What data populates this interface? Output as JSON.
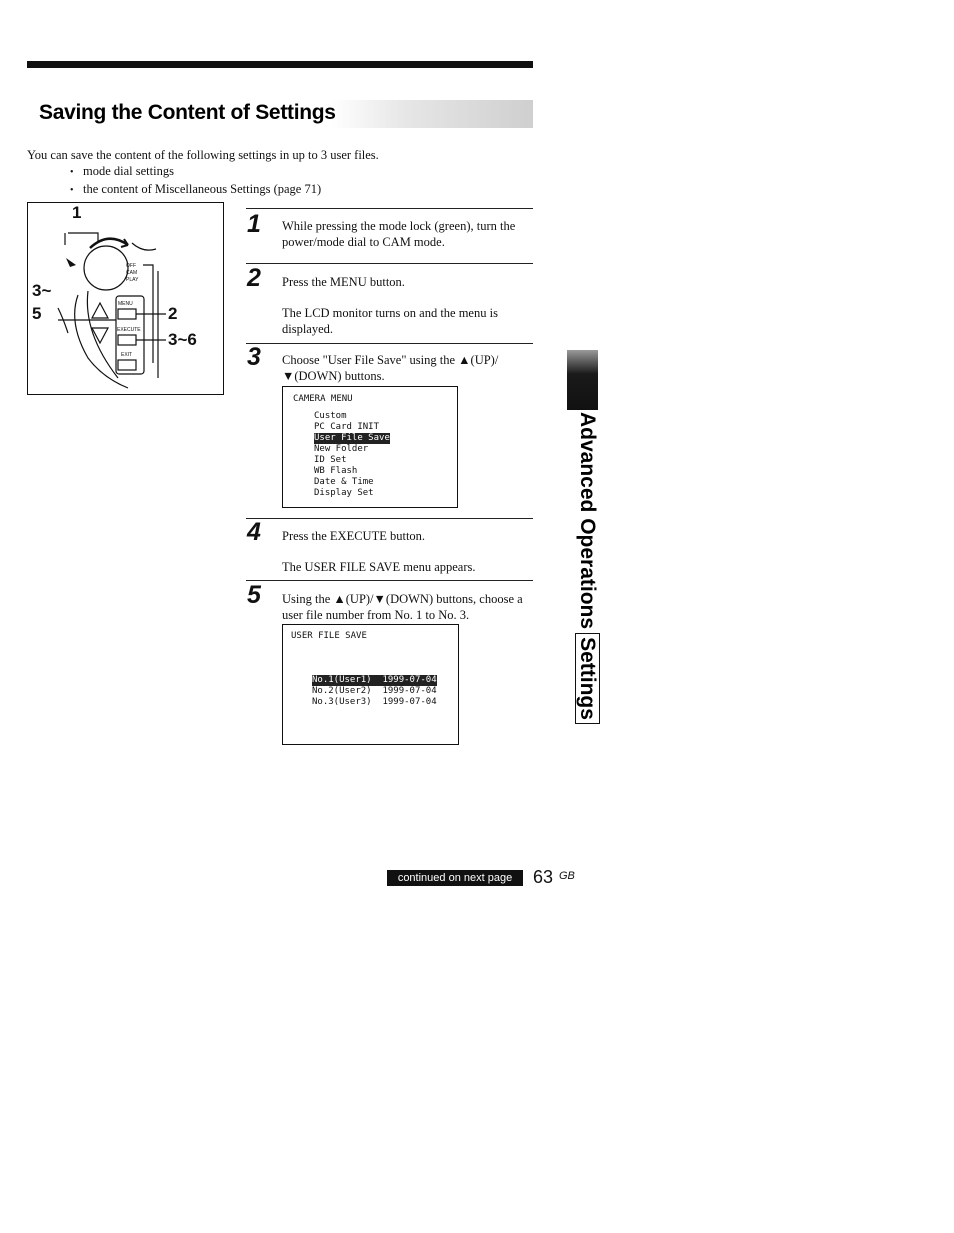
{
  "title": "Saving the Content of Settings",
  "intro": "You can save the content of the following settings in up to 3 user files.",
  "bullets": [
    "mode dial settings",
    "the content of Miscellaneous Settings (page 71)"
  ],
  "figure": {
    "callouts": [
      "1",
      "3~",
      "5",
      "2",
      "3~6"
    ],
    "dial_labels": [
      "OFF",
      "CAM",
      "PLAY"
    ],
    "button_labels": [
      "MENU",
      "EXECUTE",
      "EXIT"
    ]
  },
  "steps": [
    {
      "num": "1",
      "text": "While pressing the mode lock (green), turn the power/mode dial to CAM mode."
    },
    {
      "num": "2",
      "text": "Press the MENU button.",
      "note": "The LCD monitor turns on and the menu is displayed."
    },
    {
      "num": "3",
      "text": "Choose \"User File Save\" using the ▲(UP)/ ▼(DOWN) buttons."
    },
    {
      "num": "4",
      "text": "Press the EXECUTE button.",
      "note": "The USER FILE SAVE menu appears."
    },
    {
      "num": "5",
      "text": "Using the ▲(UP)/▼(DOWN) buttons, choose a user file number from No. 1 to No. 3."
    }
  ],
  "camera_menu": {
    "title": "CAMERA MENU",
    "items": [
      "Custom",
      "PC Card INIT",
      "User File Save",
      "New Folder",
      "ID Set",
      "WB Flash",
      "Date & Time",
      "Display Set"
    ],
    "selected": 2
  },
  "user_file_save": {
    "title": "USER FILE SAVE",
    "rows": [
      "No.1(User1)  1999-07-04",
      "No.2(User2)  1999-07-04",
      "No.3(User3)  1999-07-04"
    ],
    "selected": 0
  },
  "side_tab": {
    "main": "Advanced Operations",
    "boxed": "Settings"
  },
  "footer": {
    "continued": "continued on next page",
    "page": "63",
    "region": "GB"
  }
}
